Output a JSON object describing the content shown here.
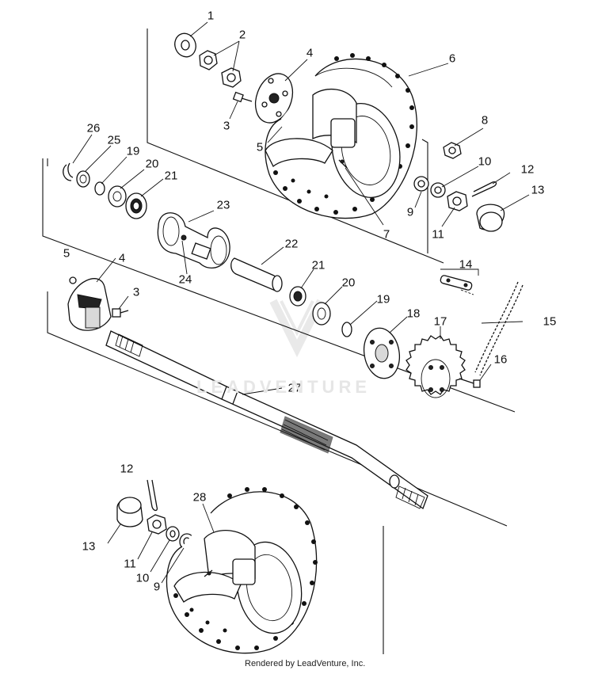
{
  "callouts": {
    "c1": "1",
    "c2": "2",
    "c3a": "3",
    "c4a": "4",
    "c5a": "5",
    "c6": "6",
    "c7": "7",
    "c8": "8",
    "c9a": "9",
    "c10a": "10",
    "c11a": "11",
    "c12a": "12",
    "c13a": "13",
    "c26": "26",
    "c25": "25",
    "c19a": "19",
    "c20a": "20",
    "c21a": "21",
    "c23": "23",
    "c22": "22",
    "c24": "24",
    "c5b": "5",
    "c4b": "4",
    "c3b": "3",
    "c21b": "21",
    "c20b": "20",
    "c19b": "19",
    "c18": "18",
    "c17": "17",
    "c14": "14",
    "c15": "15",
    "c16": "16",
    "c27": "27",
    "c12b": "12",
    "c28": "28",
    "c13b": "13",
    "c11b": "11",
    "c10b": "10",
    "c9b": "9"
  },
  "credit": "Rendered by LeadVenture, Inc.",
  "watermark": "LEADVENTURE"
}
